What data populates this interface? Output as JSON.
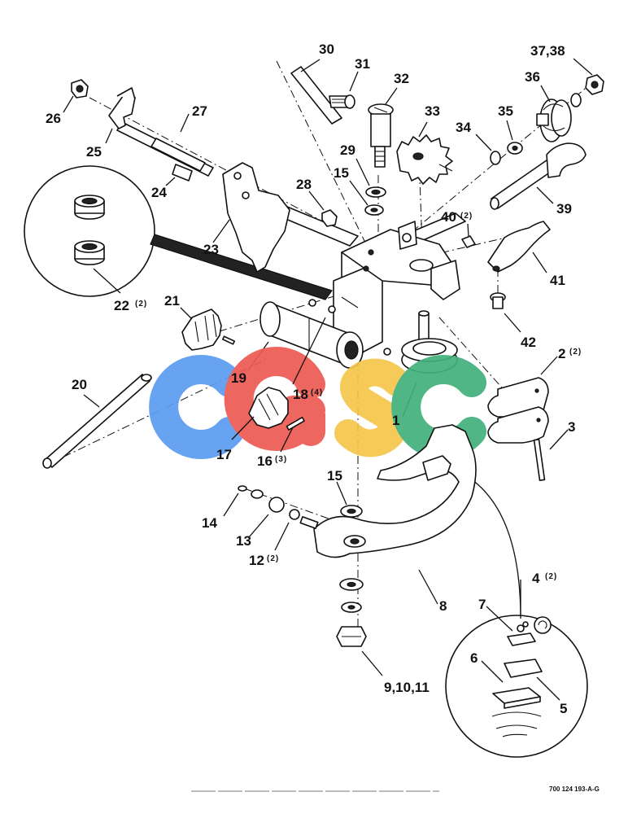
{
  "labels": {
    "p1": "1",
    "p2": "2",
    "p2q": "(2)",
    "p3": "3",
    "p4": "4",
    "p4q": "(2)",
    "p5": "5",
    "p6": "6",
    "p7": "7",
    "p8": "8",
    "p9": "9,10,11",
    "p12": "12",
    "p12q": "(2)",
    "p13": "13",
    "p14": "14",
    "p15a": "15",
    "p15b": "15",
    "p16": "16",
    "p16q": "(3)",
    "p17": "17",
    "p18": "18",
    "p18q": "(4)",
    "p19": "19",
    "p20": "20",
    "p21": "21",
    "p22": "22",
    "p22q": "(2)",
    "p23": "23",
    "p24": "24",
    "p25": "25",
    "p26": "26",
    "p27": "27",
    "p28": "28",
    "p29": "29",
    "p30": "30",
    "p31": "31",
    "p32": "32",
    "p33": "33",
    "p34": "34",
    "p35": "35",
    "p36": "36",
    "p37": "37,38",
    "p39": "39",
    "p40": "40",
    "p40q": "(2)",
    "p41": "41",
    "p42": "42"
  },
  "watermark": {
    "letters": [
      "C",
      "G",
      "S",
      "C"
    ],
    "colors": [
      "#5b9cf0",
      "#ec5a52",
      "#f6c64a",
      "#42b07c"
    ]
  },
  "drawing_code": "700 124 193-A-G"
}
